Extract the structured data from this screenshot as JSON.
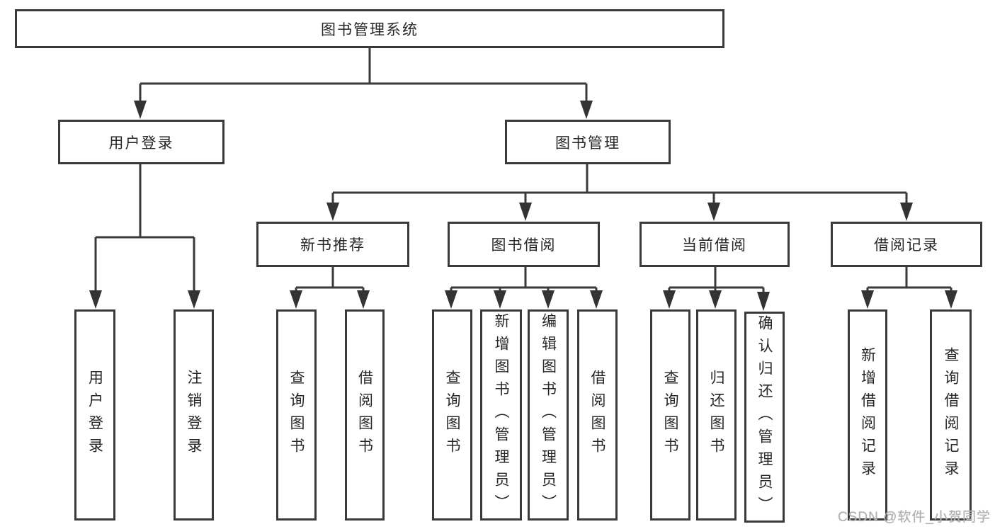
{
  "tree": {
    "label": "图书管理系统",
    "children": [
      {
        "label": "用户登录",
        "children": [
          {
            "label": "用户登录"
          },
          {
            "label": "注销登录"
          }
        ]
      },
      {
        "label": "图书管理",
        "children": [
          {
            "label": "新书推荐",
            "children": [
              {
                "label": "查询图书"
              },
              {
                "label": "借阅图书"
              }
            ]
          },
          {
            "label": "图书借阅",
            "children": [
              {
                "label": "查询图书"
              },
              {
                "label": "新增图书（管理员）"
              },
              {
                "label": "编辑图书（管理员）"
              },
              {
                "label": "借阅图书"
              }
            ]
          },
          {
            "label": "当前借阅",
            "children": [
              {
                "label": "查询图书"
              },
              {
                "label": "归还图书"
              },
              {
                "label": "确认归还（管理员）"
              }
            ]
          },
          {
            "label": "借阅记录",
            "children": [
              {
                "label": "新增借阅记录"
              },
              {
                "label": "查询借阅记录"
              }
            ]
          }
        ]
      }
    ]
  },
  "watermark": {
    "text": "CSDN @软件_小贺同学"
  },
  "colors": {
    "line": "#3a3a3a",
    "border": "#3a3a3a",
    "text": "#262626",
    "background": "#ffffff",
    "watermark": "#b0b0b0"
  }
}
